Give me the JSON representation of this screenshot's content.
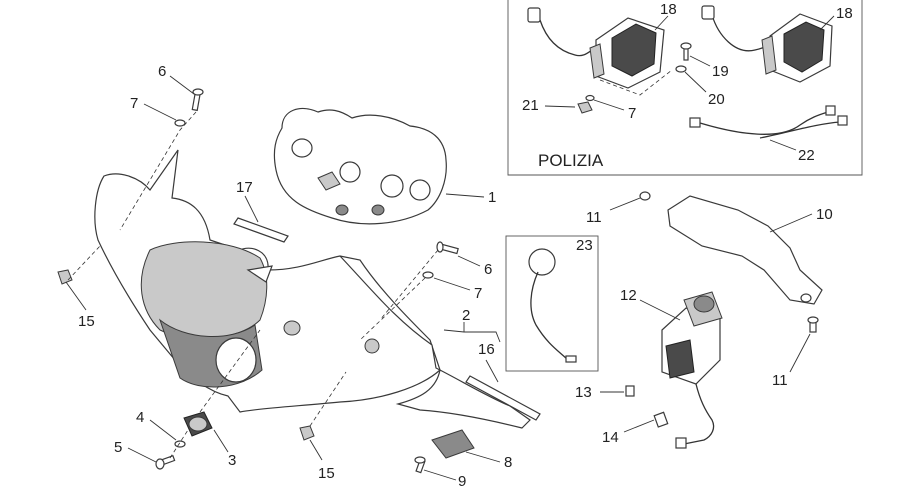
{
  "diagram": {
    "inset_label": "POLIZIA",
    "callouts": [
      {
        "id": "c1",
        "text": "1"
      },
      {
        "id": "c2",
        "text": "2"
      },
      {
        "id": "c3",
        "text": "3"
      },
      {
        "id": "c4",
        "text": "4"
      },
      {
        "id": "c5",
        "text": "5"
      },
      {
        "id": "c6a",
        "text": "6"
      },
      {
        "id": "c6b",
        "text": "6"
      },
      {
        "id": "c7a",
        "text": "7"
      },
      {
        "id": "c7b",
        "text": "7"
      },
      {
        "id": "c7c",
        "text": "7"
      },
      {
        "id": "c8",
        "text": "8"
      },
      {
        "id": "c9",
        "text": "9"
      },
      {
        "id": "c10",
        "text": "10"
      },
      {
        "id": "c11a",
        "text": "11"
      },
      {
        "id": "c11b",
        "text": "11"
      },
      {
        "id": "c12",
        "text": "12"
      },
      {
        "id": "c13",
        "text": "13"
      },
      {
        "id": "c14",
        "text": "14"
      },
      {
        "id": "c15a",
        "text": "15"
      },
      {
        "id": "c15b",
        "text": "15"
      },
      {
        "id": "c16",
        "text": "16"
      },
      {
        "id": "c17",
        "text": "17"
      },
      {
        "id": "c18a",
        "text": "18"
      },
      {
        "id": "c18b",
        "text": "18"
      },
      {
        "id": "c19",
        "text": "19"
      },
      {
        "id": "c20",
        "text": "20"
      },
      {
        "id": "c21",
        "text": "21"
      },
      {
        "id": "c22",
        "text": "22"
      },
      {
        "id": "c23",
        "text": "23"
      }
    ]
  }
}
